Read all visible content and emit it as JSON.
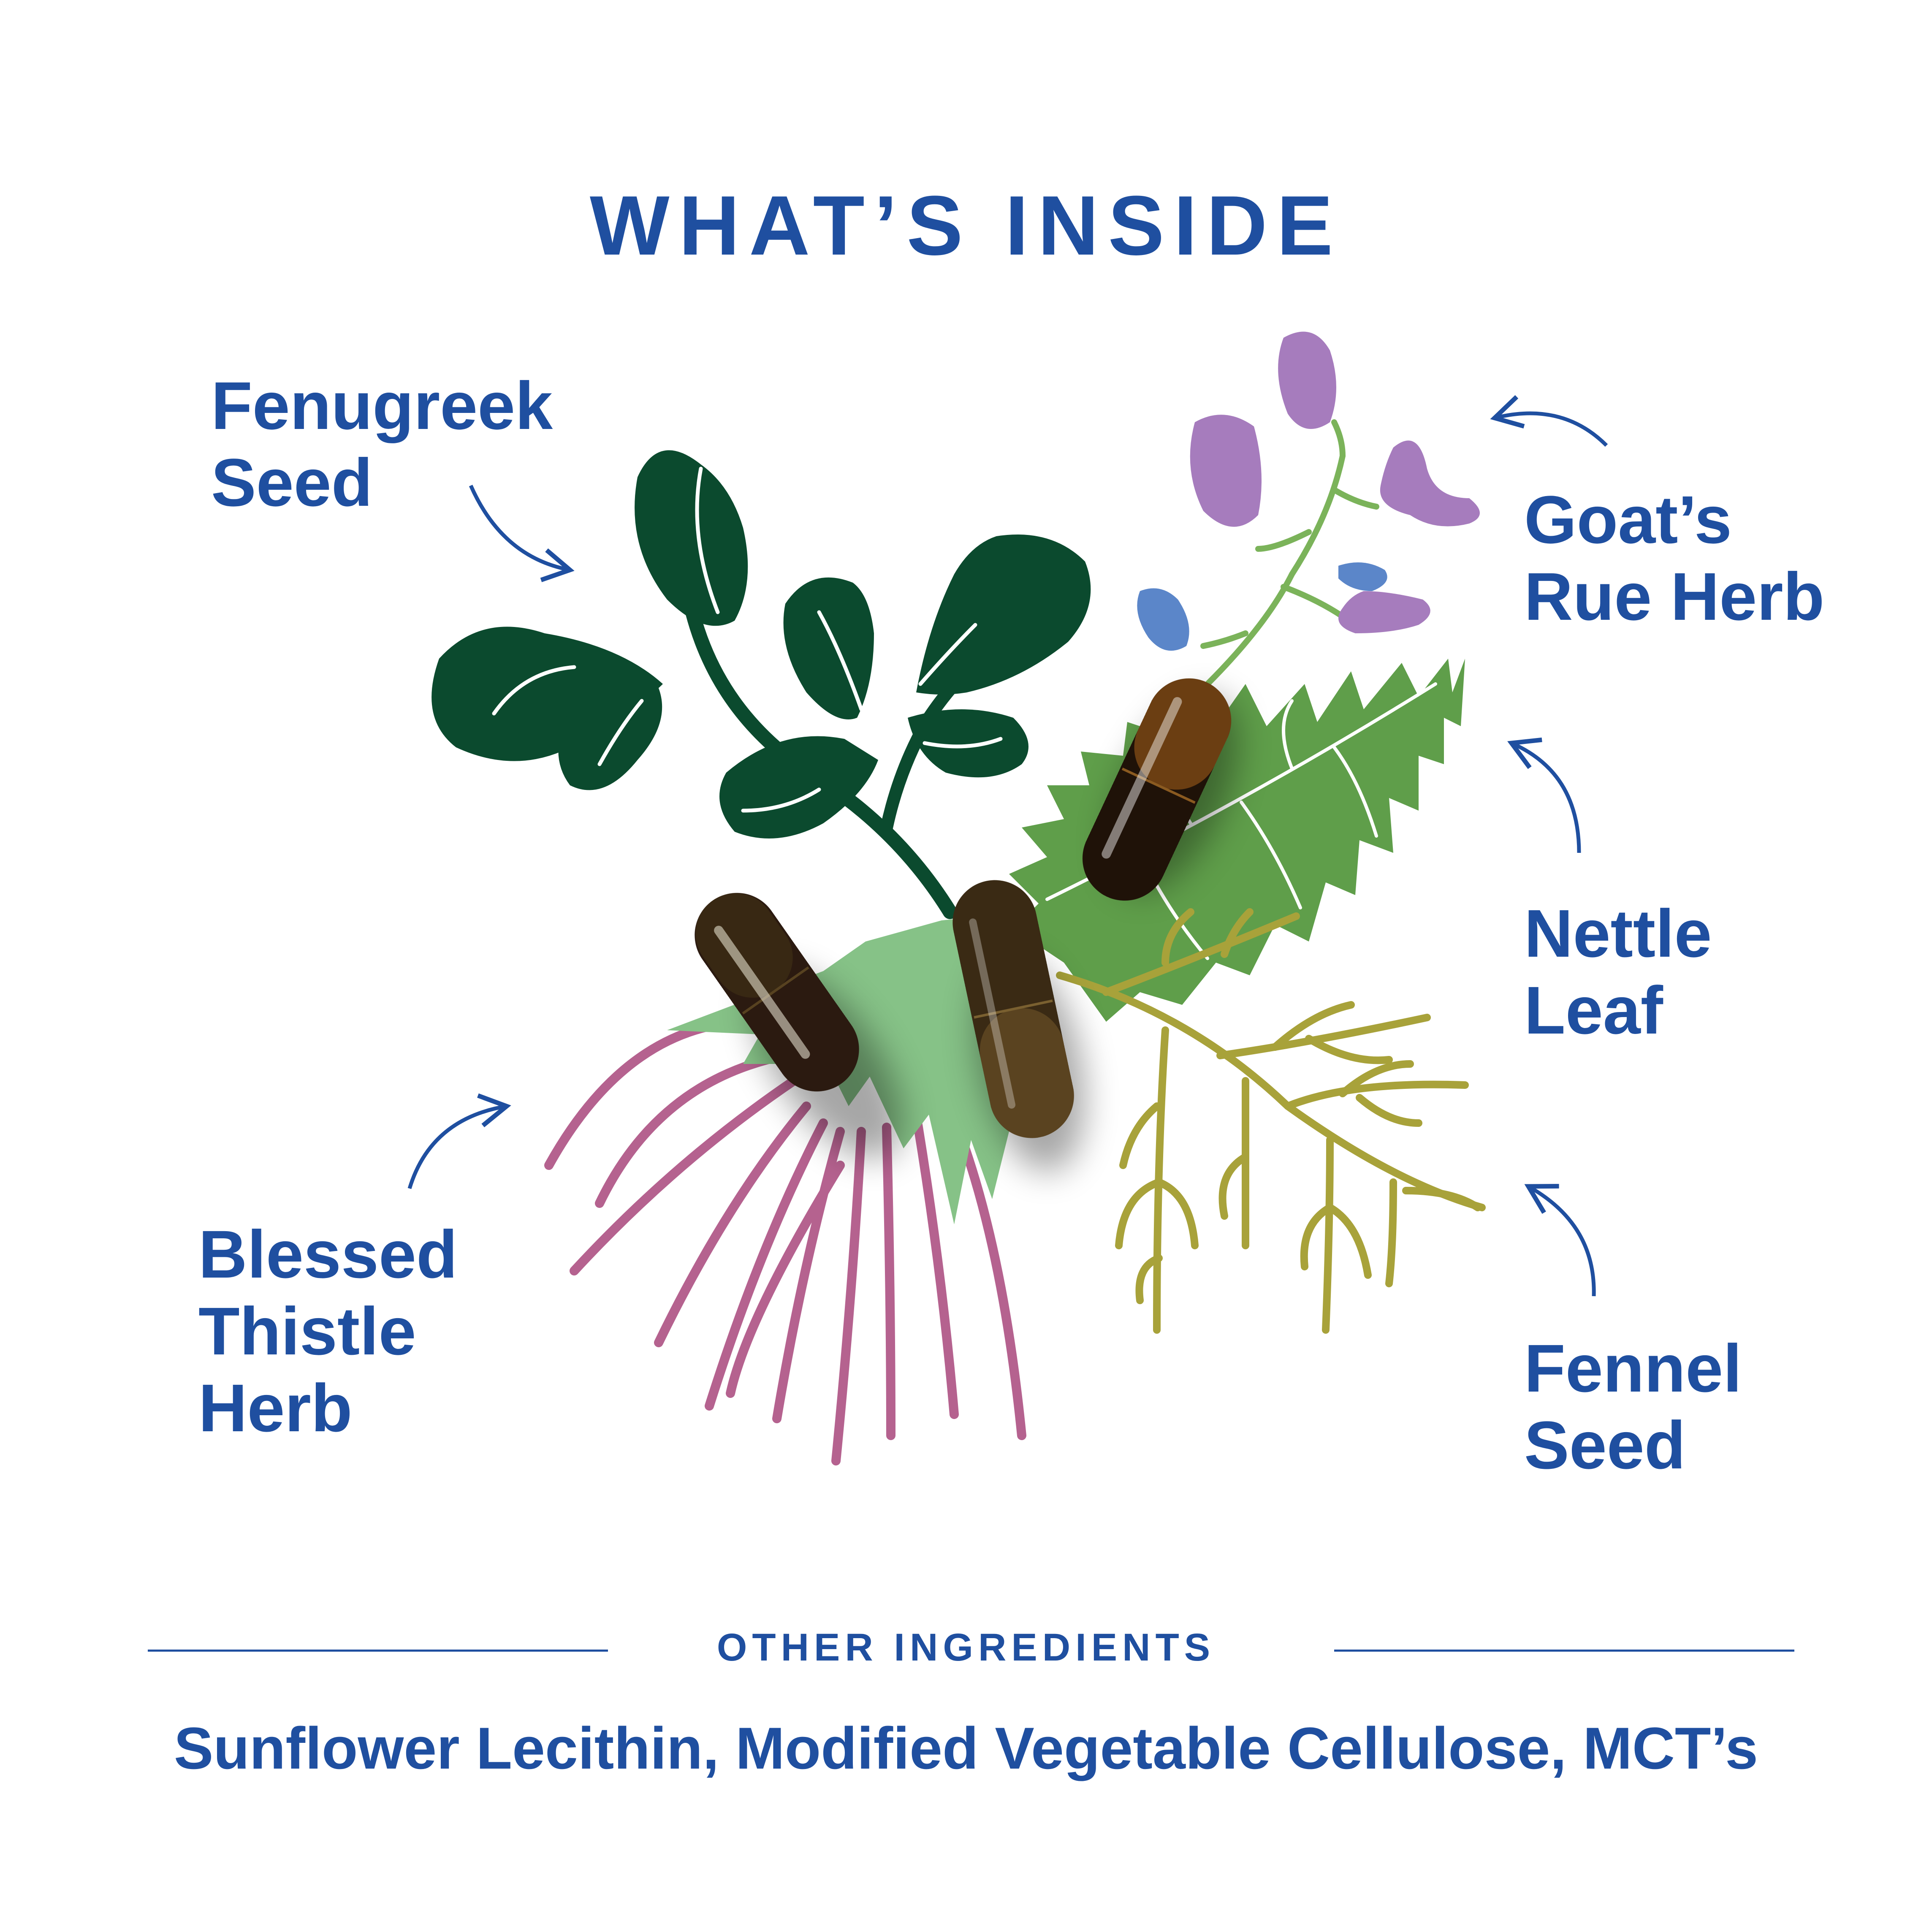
{
  "title": "WHAT’S INSIDE",
  "ingredients": {
    "fenugreek": {
      "line1": "Fenugreek",
      "line2": "Seed"
    },
    "goats_rue": {
      "line1": "Goat’s",
      "line2": "Rue Herb"
    },
    "nettle": {
      "line1": "Nettle",
      "line2": "Leaf"
    },
    "fennel": {
      "line1": "Fennel",
      "line2": "Seed"
    },
    "blessed_thistle": {
      "line1": "Blessed",
      "line2": "Thistle",
      "line3": "Herb"
    }
  },
  "other_ingredients": {
    "heading": "OTHER INGREDIENTS",
    "list": "Sunflower Lecithin, Modified Vegetable Cellulose, MCT’s"
  },
  "colors": {
    "text": "#1f4fa0",
    "fenugreek": "#0b4a2e",
    "nettle": "#5f9e4a",
    "thistle_leaf": "#86c287",
    "thistle_petals": "#b5628f",
    "fennel": "#a8a23a",
    "goats_rue_flower": "#a67cbd",
    "goats_rue_blue": "#5b86c9",
    "capsule": "#2b1a10"
  }
}
